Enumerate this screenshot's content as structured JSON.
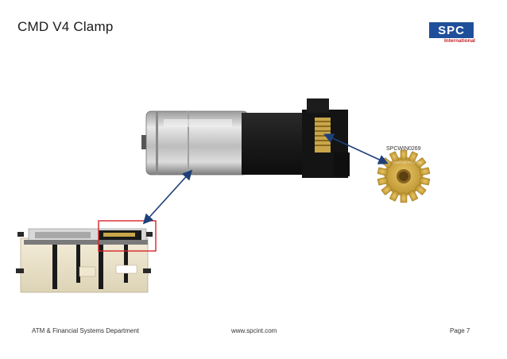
{
  "slide": {
    "title": "CMD V4 Clamp",
    "logo": {
      "brand": "SPC",
      "subtitle": "International"
    },
    "part_label": "SPCWIN0269",
    "gear_watermark": "www.spcint.com",
    "footer": {
      "department": "ATM & Financial Systems Department",
      "website": "www.spcint.com",
      "page": "Page 7"
    }
  },
  "colors": {
    "logo_blue": "#1f4f9a",
    "logo_red": "#c0232b",
    "arrow": "#1f3f7a",
    "highlight_box": "#d8242a",
    "gear": "#d9b34a"
  }
}
